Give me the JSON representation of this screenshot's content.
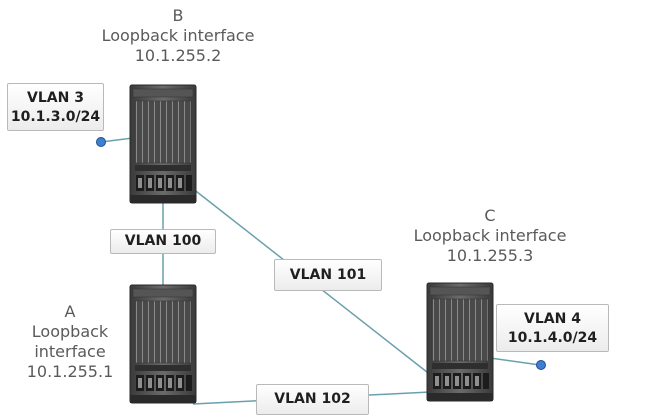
{
  "colors": {
    "link": "#6aa0ad",
    "port": "#3f7fd1",
    "text": "#5a5a5a",
    "box_border": "#b9b9b9"
  },
  "switches": [
    {
      "name": "B",
      "title": "Loopback interface",
      "address": "10.1.255.2"
    },
    {
      "name": "A",
      "title_line1": "Loopback",
      "title_line2": "interface",
      "address": "10.1.255.1"
    },
    {
      "name": "C",
      "title": "Loopback interface",
      "address": "10.1.255.3"
    }
  ],
  "vlans": [
    {
      "name": "VLAN 3",
      "subnet": "10.1.3.0/24"
    },
    {
      "name": "VLAN 4",
      "subnet": "10.1.4.0/24"
    }
  ],
  "links": [
    {
      "label": "VLAN 100"
    },
    {
      "label": "VLAN 101"
    },
    {
      "label": "VLAN 102"
    }
  ]
}
